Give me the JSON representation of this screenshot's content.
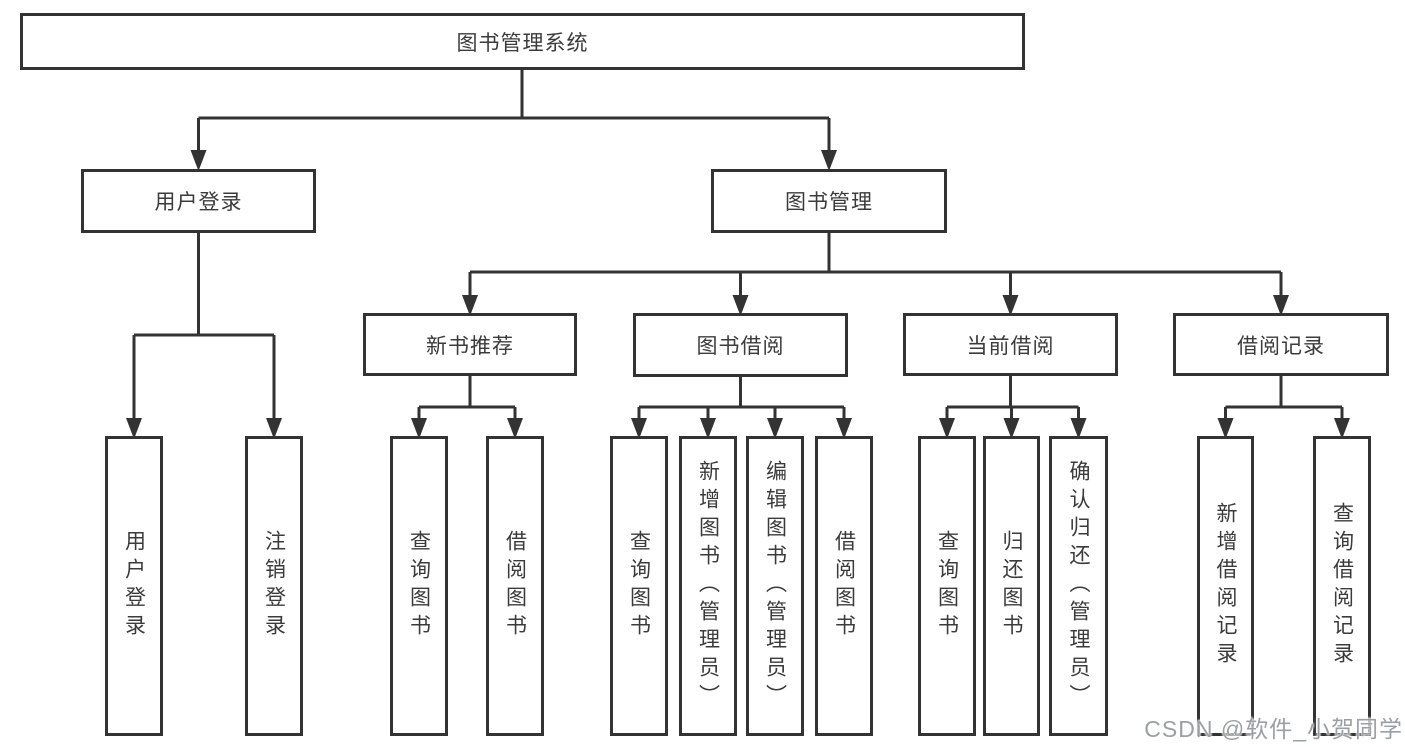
{
  "diagram": {
    "root": {
      "label": "图书管理系统"
    },
    "branches": [
      {
        "label": "用户登录",
        "children": [
          {
            "label": "用户登录"
          },
          {
            "label": "注销登录"
          }
        ]
      },
      {
        "label": "图书管理",
        "children": [
          {
            "label": "新书推荐",
            "children": [
              {
                "label": "查询图书"
              },
              {
                "label": "借阅图书"
              }
            ]
          },
          {
            "label": "图书借阅",
            "children": [
              {
                "label": "查询图书"
              },
              {
                "label": "新增图书（管理员）"
              },
              {
                "label": "编辑图书（管理员）"
              },
              {
                "label": "借阅图书"
              }
            ]
          },
          {
            "label": "当前借阅",
            "children": [
              {
                "label": "查询图书"
              },
              {
                "label": "归还图书"
              },
              {
                "label": "确认归还（管理员）"
              }
            ]
          },
          {
            "label": "借阅记录",
            "children": [
              {
                "label": "新增借阅记录"
              },
              {
                "label": "查询借阅记录"
              }
            ]
          }
        ]
      }
    ],
    "watermark": "CSDN @软件_小贺同学",
    "colors": {
      "line": "#333333",
      "text": "#3b3b3b",
      "box_fill": "#ffffff",
      "background": "#ffffff",
      "watermark": "#9aa0a5"
    }
  }
}
